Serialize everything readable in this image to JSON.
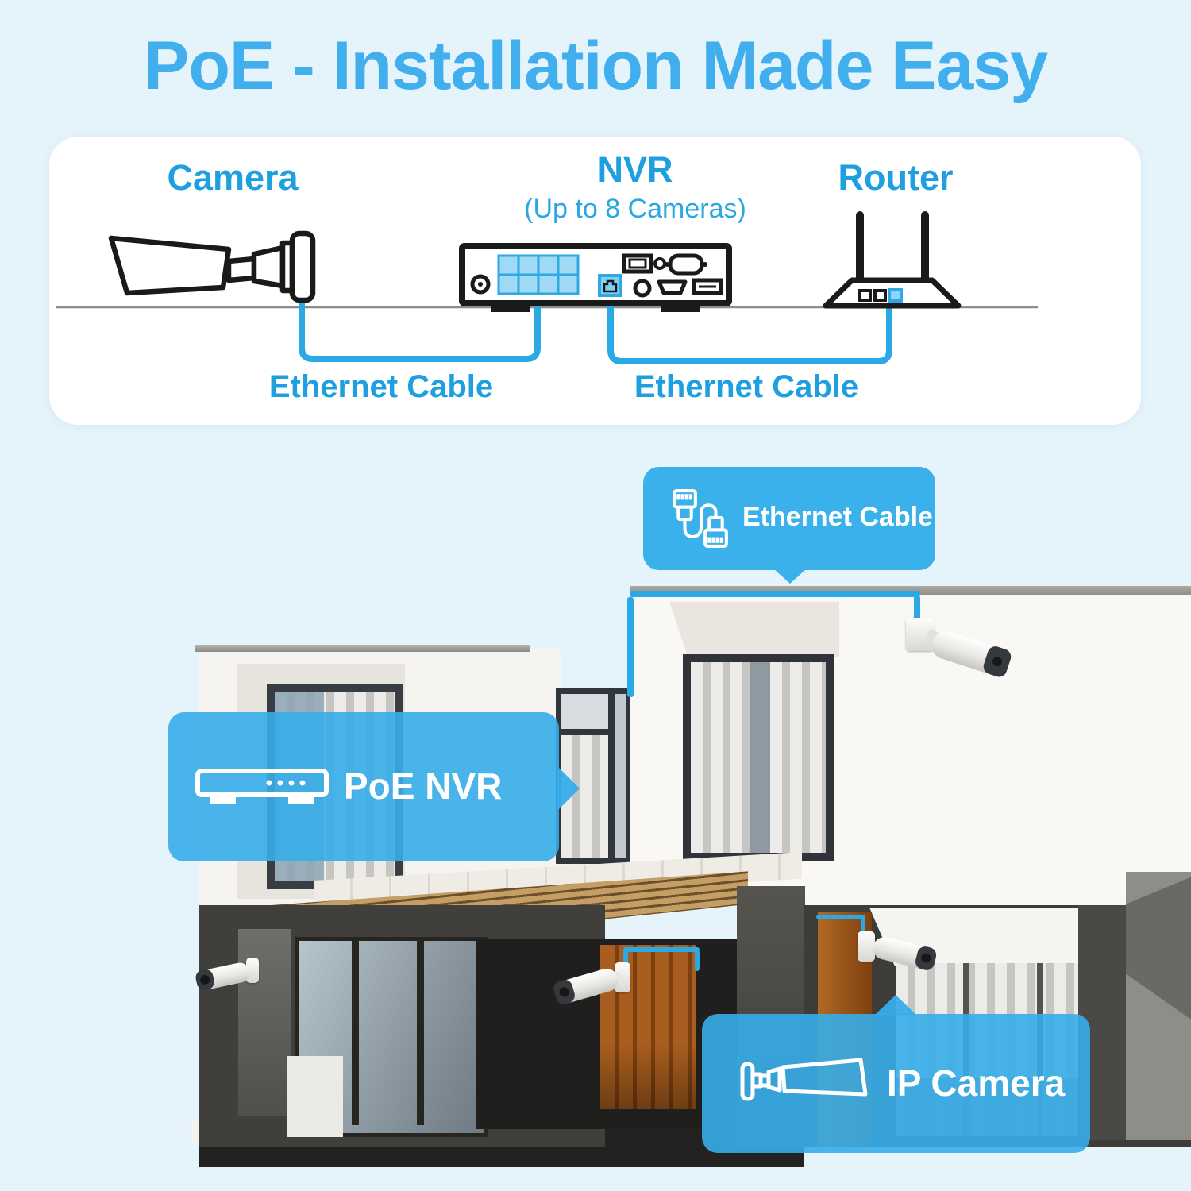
{
  "title": "PoE - Installation Made Easy",
  "diagram": {
    "camera_label": "Camera",
    "nvr_label": "NVR",
    "nvr_sublabel": "(Up to 8 Cameras)",
    "router_label": "Router",
    "cable1_label": "Ethernet Cable",
    "cable2_label": "Ethernet Cable"
  },
  "callouts": {
    "ethernet_label": "Ethernet Cable",
    "nvr_label": "PoE NVR",
    "camera_label": "IP Camera"
  },
  "colors": {
    "background": "#E5F3FB",
    "title_blue": "#41AFED",
    "diagram_label_blue": "#1E9FE0",
    "cable_blue": "#2BA9E5",
    "badge_blue": "#3AB1EA"
  }
}
